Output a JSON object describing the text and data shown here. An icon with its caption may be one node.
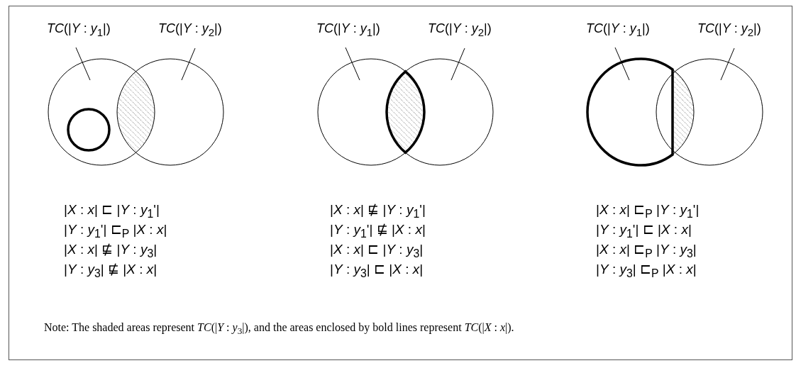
{
  "diagram": {
    "caption": "Note: The shaded areas represent *TC*(|*Y* : *y*$_{3}$|), and the areas enclosed by bold lines represent *TC*(|*X* : *x*|).",
    "nodes": [
      {
        "text": [
          "*TC*(|*Y* : *y*$_{1}$|)"
        ]
      },
      {
        "text": [
          "*TC*(|*Y* : *y*$_{2}$|)"
        ]
      },
      {
        "text": [],
        "shape": "circle"
      },
      {
        "text": [],
        "shape": "circle"
      },
      {
        "text": [
          "*TC*(|*Y* : *y*$_{1}$|)"
        ]
      },
      {
        "text": [
          "*TC*(|*Y* : *y*$_{2}$|)"
        ]
      },
      {
        "text": [],
        "shape": "circle"
      },
      {
        "text": [],
        "shape": "circle"
      },
      {
        "text": [
          "*TC*(|*Y* : *y*$_{1}$|)"
        ]
      },
      {
        "text": [
          "*TC*(|*Y* : *y*$_{2}$|)"
        ]
      },
      {
        "text": [],
        "shape": "circle"
      },
      {
        "text": [],
        "shape": "circle"
      }
    ],
    "edges": [
      {
        "from": 0,
        "to": 2,
        "arrow": "none"
      },
      {
        "from": 1,
        "to": 3,
        "arrow": "none"
      },
      {
        "from": 4,
        "to": 6,
        "arrow": "none"
      },
      {
        "from": 5,
        "to": 7,
        "arrow": "none"
      },
      {
        "from": 8,
        "to": 10,
        "arrow": "none"
      },
      {
        "from": 9,
        "to": 11,
        "arrow": "none"
      }
    ],
    "labels": [
      "|*X* : *x*| ⊏ |*Y* : *y*$_{1}$'|",
      "|*X* : *x*| ⋢ |*Y* : *y*$_{1}$'|",
      "|*X* : *x*| ⊏$_{P}$ |*Y* : *y*$_{1}$'|",
      "|*Y* : *y*$_{1}$'| ⊏$_{P}$ |*X* : *x*|",
      "|*Y* : *y*$_{1}$'| ⋢ |*X* : *x*|",
      "|*Y* : *y*$_{1}$'| ⊏ |*X* : *x*|",
      "|*X* : *x*| ⋢ |*Y* : *y*$_{3}$|",
      "|*X* : *x*| ⊏ |*Y* : *y*$_{3}$|",
      "|*X* : *x*| ⊏$_{P}$ |*Y* : *y*$_{3}$|",
      "|*Y* : *y*$_{3}$| ⋢ |*X* : *x*|",
      "|*Y* : *y*$_{3}$| ⊏ |*X* : *x*|",
      "|*Y* : *y*$_{3}$| ⊏$_{P}$ |*X* : *x*|"
    ]
  }
}
